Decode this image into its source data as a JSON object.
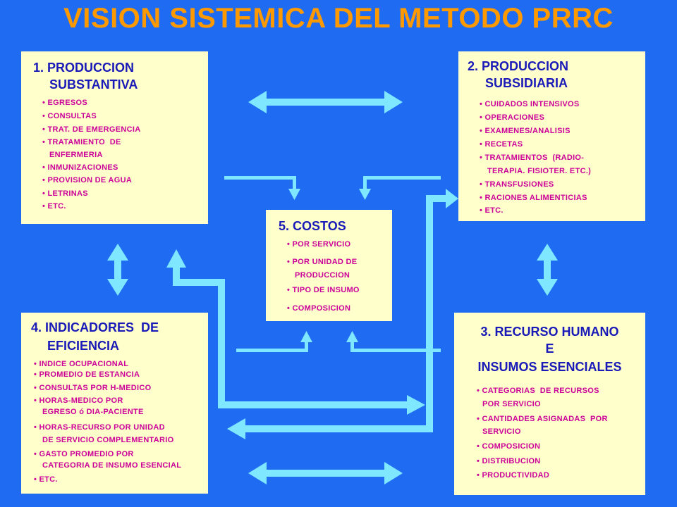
{
  "title": "VISION SISTEMICA DEL METODO PRRC",
  "colors": {
    "background": "#1f6cf2",
    "title": "#ff9900",
    "box_fill": "#ffffcc",
    "box_title": "#1a1ab8",
    "item_text": "#cc0099",
    "arrow": "#7fe7ff"
  },
  "box1": {
    "title_line1": "1. PRODUCCION",
    "title_line2": "SUBSTANTIVA",
    "items": [
      "• EGRESOS",
      "• CONSULTAS",
      "• TRAT. DE EMERGENCIA",
      "• TRATAMIENTO  DE",
      "ENFERMERIA",
      "• INMUNIZACIONES",
      "• PROVISION DE AGUA",
      "• LETRINAS",
      "• ETC."
    ]
  },
  "box2": {
    "title_line1": "2. PRODUCCION",
    "title_line2": "SUBSIDIARIA",
    "items": [
      "• CUIDADOS INTENSIVOS",
      "• OPERACIONES",
      "• EXAMENES/ANALISIS",
      "• RECETAS",
      "• TRATAMIENTOS  (RADIO-",
      "TERAPIA. FISIOTER. ETC.)",
      "• TRANSFUSIONES",
      "• RACIONES ALIMENTICIAS",
      "• ETC."
    ]
  },
  "box3": {
    "title_line1": "3. RECURSO HUMANO",
    "title_line2": "E",
    "title_line3": "INSUMOS ESENCIALES",
    "items": [
      "• CATEGORIAS  DE RECURSOS",
      "POR SERVICIO",
      "• CANTIDADES ASIGNADAS  POR",
      "SERVICIO",
      "• COMPOSICION",
      "• DISTRIBUCION",
      "• PRODUCTIVIDAD"
    ]
  },
  "box4": {
    "title_line1": "4. INDICADORES  DE",
    "title_line2": "EFICIENCIA",
    "items": [
      "• INDICE OCUPACIONAL",
      "• PROMEDIO DE ESTANCIA",
      "• CONSULTAS POR H-MEDICO",
      "• HORAS-MEDICO POR",
      "EGRESO ó DIA-PACIENTE",
      "• HORAS-RECURSO POR UNIDAD",
      "DE SERVICIO COMPLEMENTARIO",
      "• GASTO PROMEDIO POR",
      "CATEGORIA DE INSUMO ESENCIAL",
      "• ETC."
    ]
  },
  "box5": {
    "title": "5. COSTOS",
    "items": [
      "• POR SERVICIO",
      "• POR UNIDAD DE",
      "PRODUCCION",
      "• TIPO DE INSUMO",
      "• COMPOSICION"
    ]
  }
}
